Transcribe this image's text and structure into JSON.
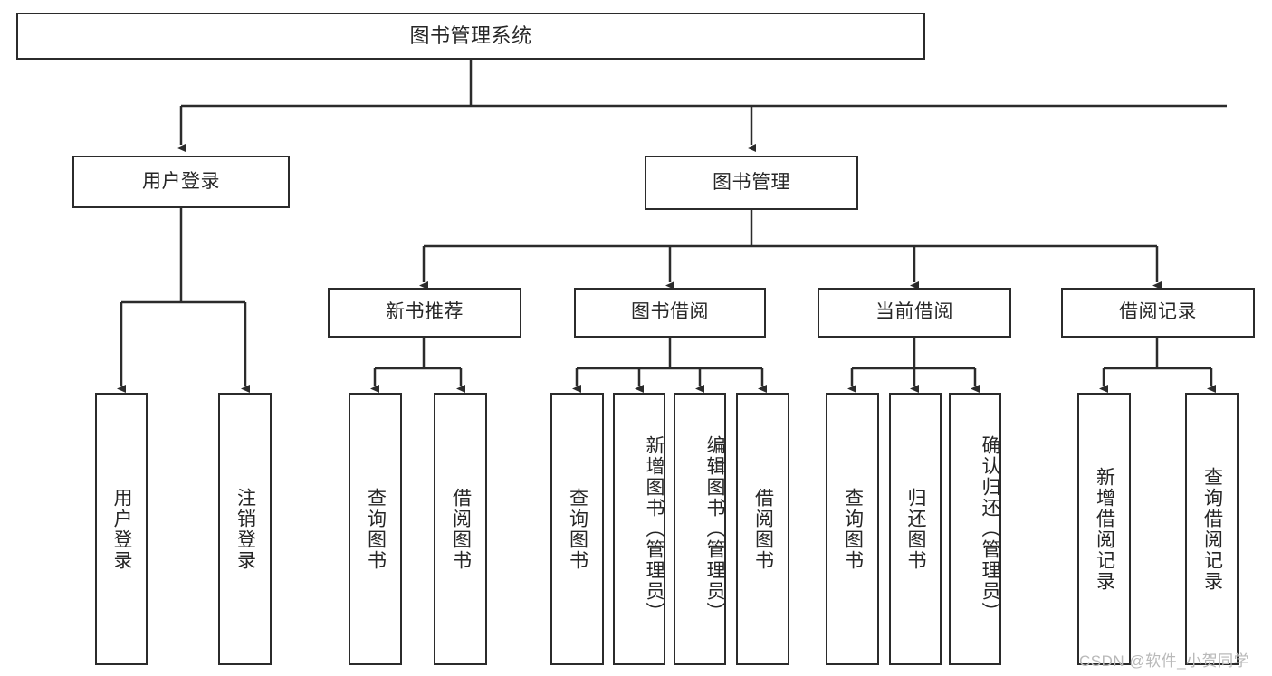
{
  "diagram": {
    "title": "图书管理系统",
    "type": "tree-hierarchy",
    "root": {
      "label": "图书管理系统"
    },
    "level2": [
      {
        "label": "用户登录"
      },
      {
        "label": "图书管理"
      }
    ],
    "level3": [
      {
        "label": "新书推荐"
      },
      {
        "label": "图书借阅"
      },
      {
        "label": "当前借阅"
      },
      {
        "label": "借阅记录"
      }
    ],
    "leaves": {
      "user_login": [
        {
          "label": "用户登录"
        },
        {
          "label": "注销登录"
        }
      ],
      "new_book_recommend": [
        {
          "label": "查询图书"
        },
        {
          "label": "借阅图书"
        }
      ],
      "book_borrow": [
        {
          "label": "查询图书"
        },
        {
          "label": "新增图书（管理员）"
        },
        {
          "label": "编辑图书（管理员）"
        },
        {
          "label": "借阅图书"
        }
      ],
      "current_borrow": [
        {
          "label": "查询图书"
        },
        {
          "label": "归还图书"
        },
        {
          "label": "确认归还（管理员）"
        }
      ],
      "borrow_records": [
        {
          "label": "新增借阅记录"
        },
        {
          "label": "查询借阅记录"
        }
      ]
    }
  },
  "watermark": {
    "text": "CSDN @软件_小贺同学"
  },
  "colors": {
    "stroke": "#2b2b2b",
    "text": "#262626",
    "background": "#ffffff",
    "watermark": "#b9b9b9"
  }
}
